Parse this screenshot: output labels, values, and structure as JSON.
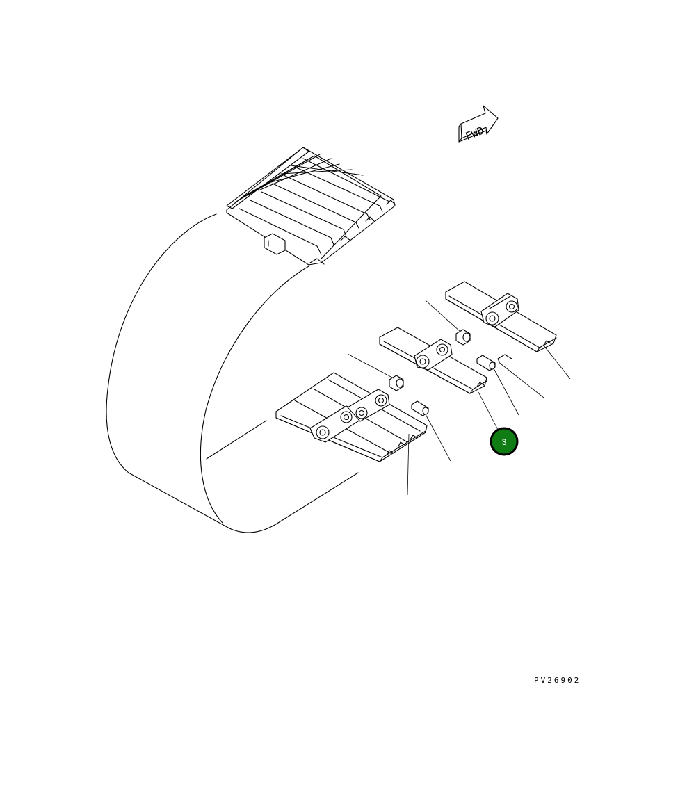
{
  "diagram": {
    "direction_label": "FWD",
    "figure_code": "PV26902",
    "callouts": [
      {
        "label": "3",
        "color": "#0f7d13",
        "ring": "#000000"
      }
    ]
  }
}
